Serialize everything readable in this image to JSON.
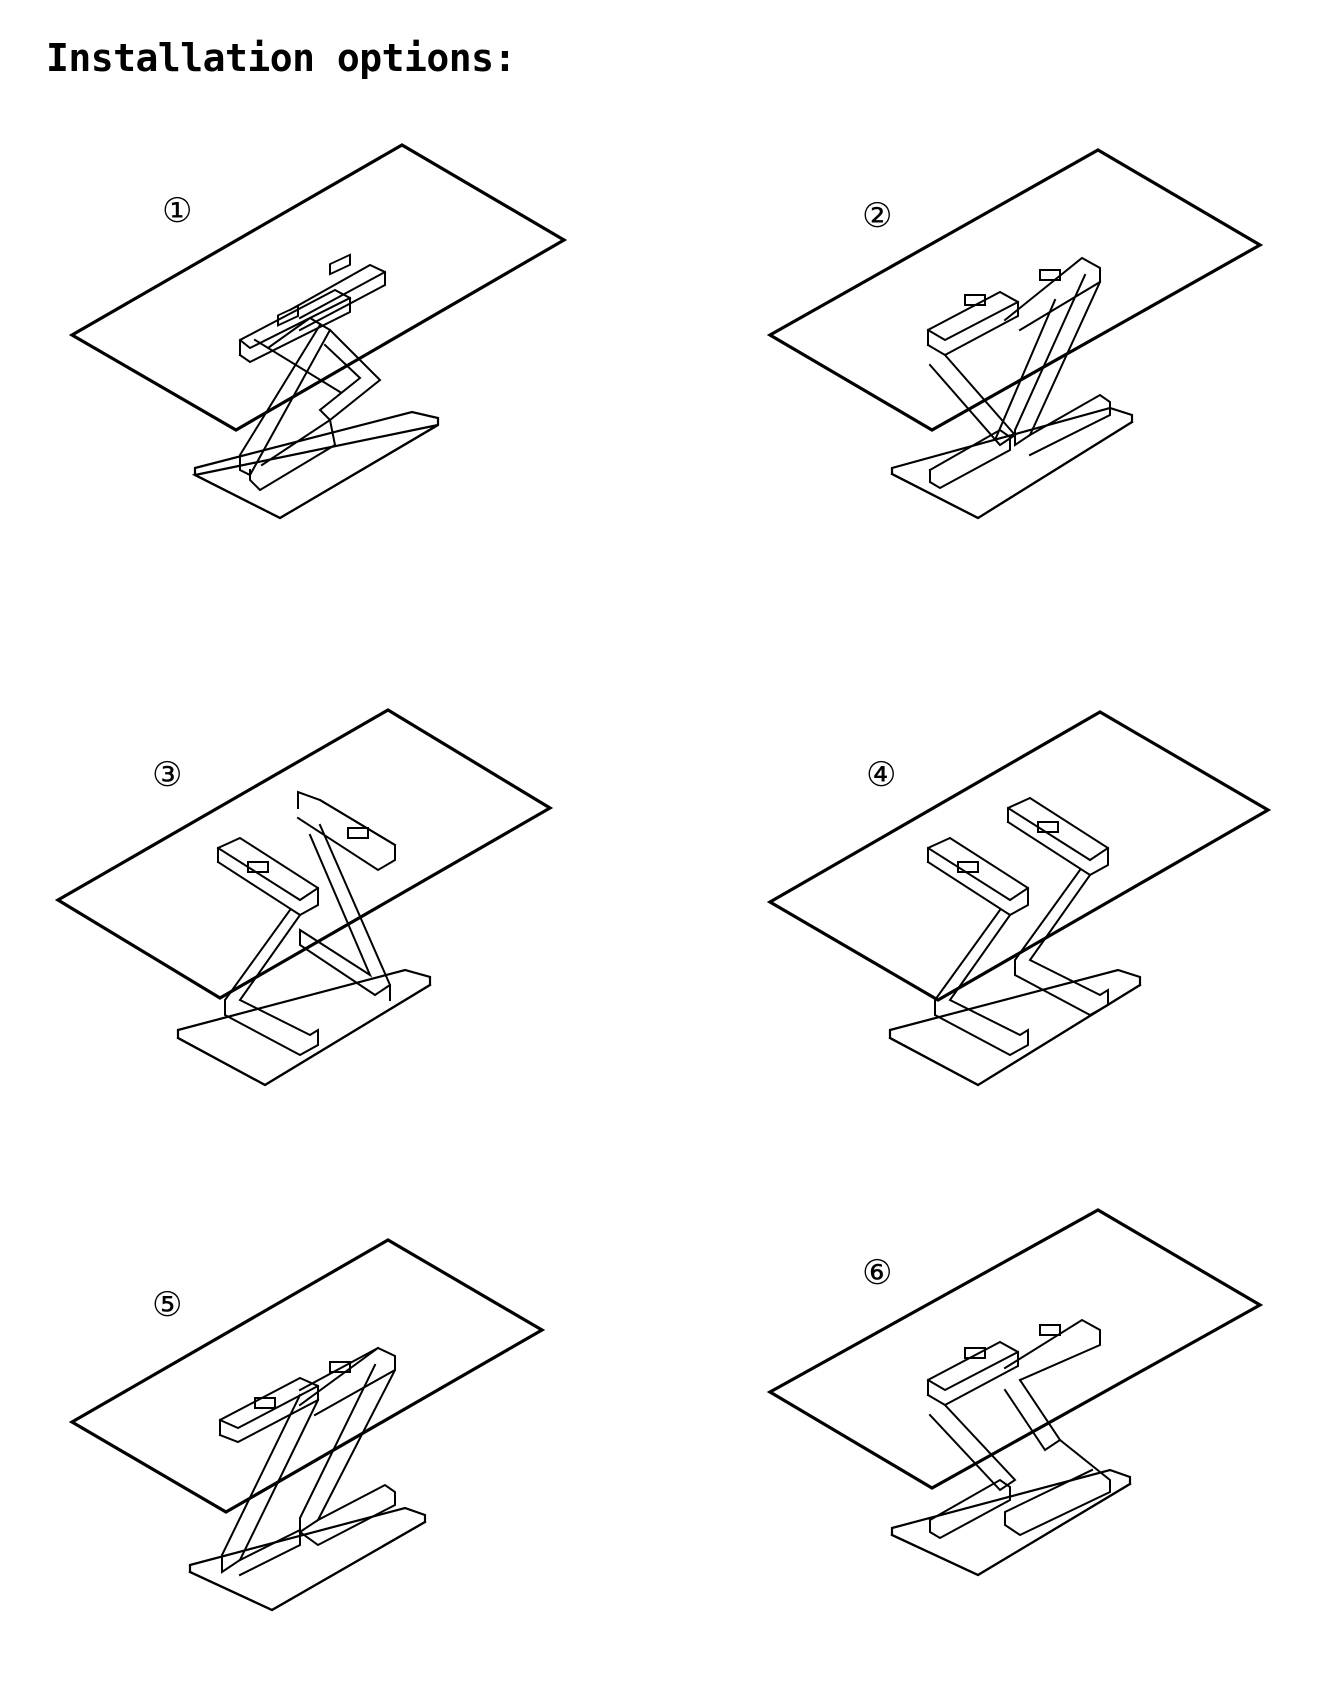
{
  "title": "Installation options:",
  "colors": {
    "line": "#000000",
    "background": "#ffffff"
  },
  "options": [
    {
      "number": "①",
      "config": "z-forward-single"
    },
    {
      "number": "②",
      "config": "z-mirrored-back-to-back"
    },
    {
      "number": "③",
      "config": "z-facing-pair"
    },
    {
      "number": "④",
      "config": "z-parallel-reversed"
    },
    {
      "number": "⑤",
      "config": "z-double-forward"
    },
    {
      "number": "⑥",
      "config": "z-mirrored-crossed"
    }
  ]
}
